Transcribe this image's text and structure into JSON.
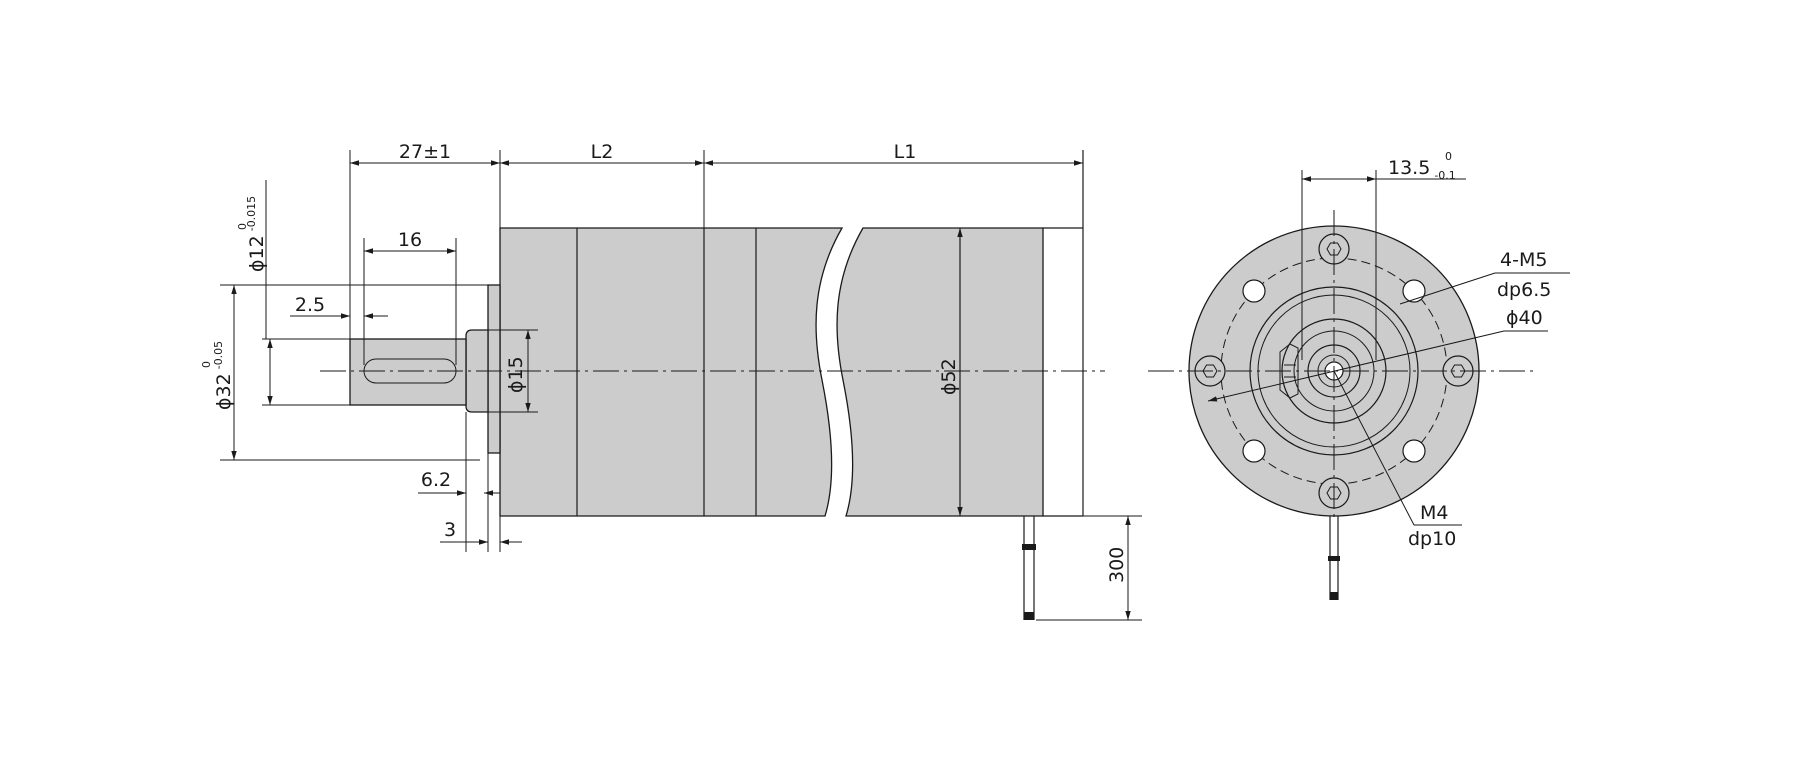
{
  "drawing": {
    "side_view": {
      "dim_shaft_length": "27±1",
      "dim_l2": "L2",
      "dim_l1": "L1",
      "dim_key_length": "16",
      "dim_key_offset": "2.5",
      "dim_shaft_dia": "ϕ12",
      "dim_shaft_dia_tol_upper": "0",
      "dim_shaft_dia_tol_lower": "-0.015",
      "dim_pilot_dia": "ϕ32",
      "dim_pilot_dia_tol_upper": "0",
      "dim_pilot_dia_tol_lower": "-0.05",
      "dim_boss_dia": "ϕ15",
      "dim_body_dia": "ϕ52",
      "dim_flange_thickness": "6.2",
      "dim_pilot_height": "3",
      "dim_cable_length": "300"
    },
    "front_view": {
      "dim_key_height": "13.5",
      "dim_key_height_tol_upper": "0",
      "dim_key_height_tol_lower": "-0.1",
      "label_mount_holes": "4-M5",
      "label_mount_depth": "dp6.5",
      "label_pcd": "ϕ40",
      "label_center_thread": "M4",
      "label_center_depth": "dp10"
    }
  }
}
